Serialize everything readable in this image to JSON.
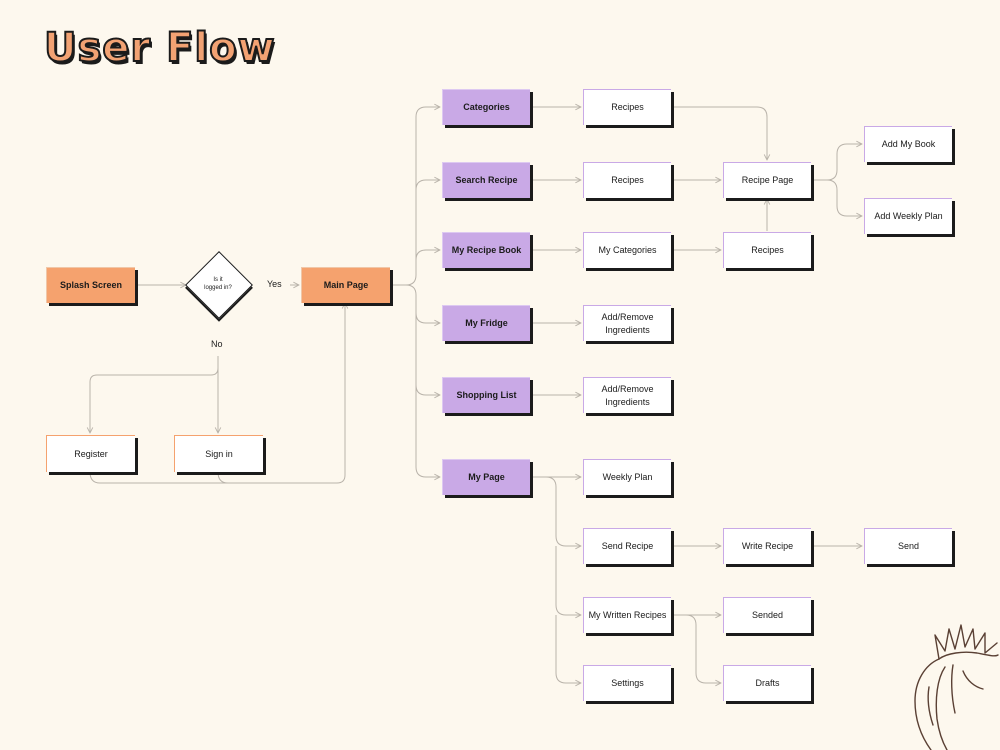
{
  "title": "User Flow",
  "colors": {
    "background": "#FDF8EE",
    "title_fill": "#F2A273",
    "orange_node": "#F5A26E",
    "purple_node": "#C9A9E6",
    "connector": "#B9B3AA",
    "shadow": "#1b1b1b"
  },
  "nodes": {
    "splash": "Splash Screen",
    "decision": "Is it\nlogged in?",
    "main": "Main Page",
    "register": "Register",
    "signin": "Sign in",
    "categories": "Categories",
    "search": "Search Recipe",
    "book": "My Recipe Book",
    "fridge": "My Fridge",
    "shopping": "Shopping List",
    "mypage": "My Page",
    "recipes1": "Recipes",
    "recipes2": "Recipes",
    "mycategories": "My Categories",
    "fridge_add": "Add/Remove\nIngredients",
    "shop_add": "Add/Remove\nIngredients",
    "weekly": "Weekly Plan",
    "sendrecipe": "Send Recipe",
    "written": "My Written Recipes",
    "settings": "Settings",
    "recipepage": "Recipe Page",
    "recipes3": "Recipes",
    "writerecipe": "Write Recipe",
    "sended": "Sended",
    "drafts": "Drafts",
    "addbook": "Add My Book",
    "addweekly": "Add Weekly Plan",
    "send": "Send"
  },
  "edge_labels": {
    "yes": "Yes",
    "no": "No"
  },
  "decoration": "onion-illustration"
}
